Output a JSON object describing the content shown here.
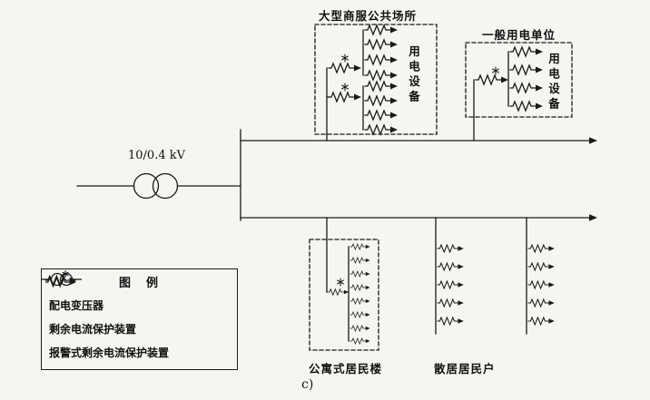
{
  "diagram": {
    "caption": "c)",
    "transformer": {
      "rating": "10/0.4 kV"
    },
    "groups": {
      "commercial": {
        "label": "大型商服公共场所",
        "equipment_label": "用电设备"
      },
      "general": {
        "label": "一般用电单位",
        "equipment_label": "用电设备"
      },
      "apartment": {
        "label": "公寓式居民楼"
      },
      "scattered": {
        "label": "散居居民户"
      }
    },
    "legend": {
      "title": "图　例",
      "items": [
        {
          "label": "配电变压器"
        },
        {
          "label": "剩余电流保护装置"
        },
        {
          "label": "报警式剩余电流保护装置"
        }
      ]
    },
    "colors": {
      "line": "#1a1a1a",
      "background": "#f5f5f1"
    }
  }
}
